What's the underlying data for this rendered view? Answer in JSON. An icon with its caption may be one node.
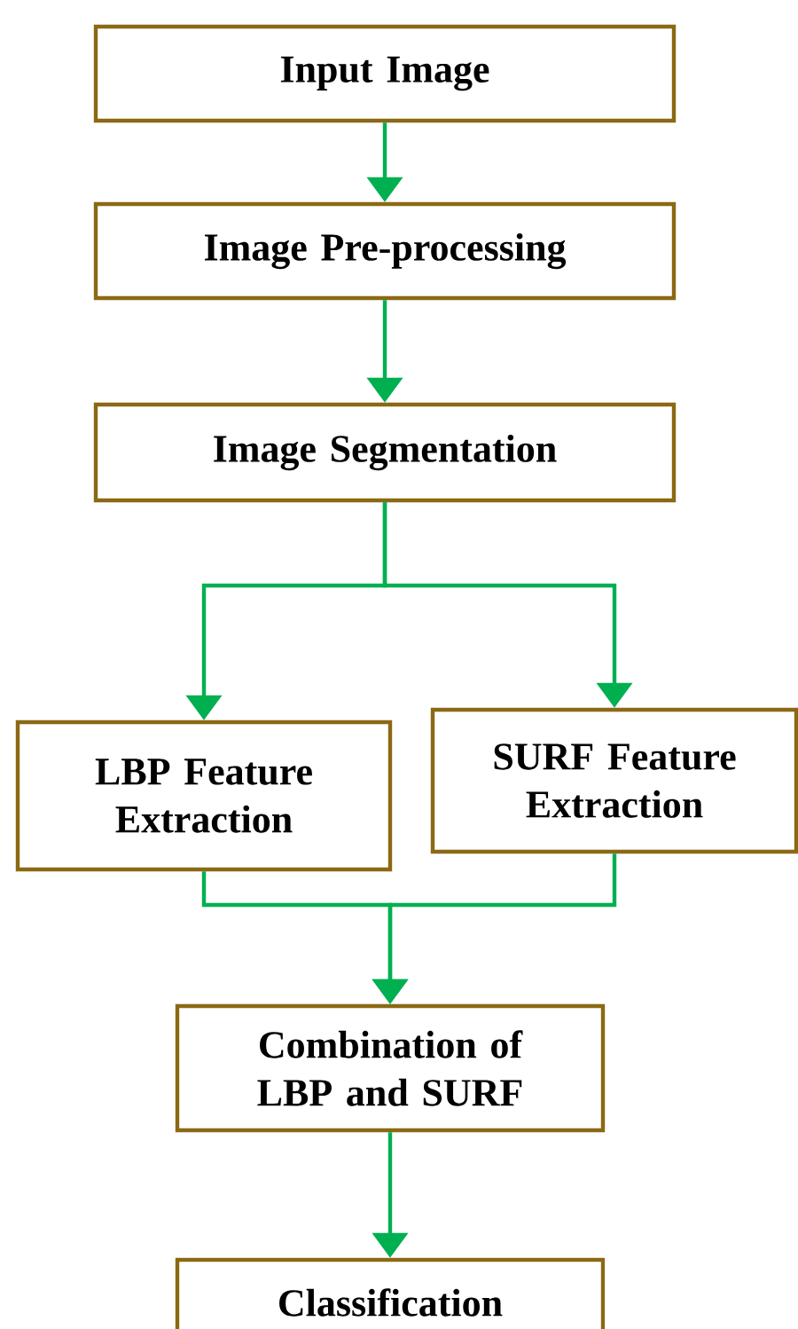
{
  "diagram": {
    "nodes": [
      {
        "text": [
          "Input Image"
        ]
      },
      {
        "text": [
          "Image Pre-processing"
        ]
      },
      {
        "text": [
          "Image Segmentation"
        ]
      },
      {
        "text": [
          "LBP Feature Extraction"
        ]
      },
      {
        "text": [
          "SURF Feature Extraction"
        ]
      },
      {
        "text": [
          "Combination of LBP and SURF"
        ]
      },
      {
        "text": [
          "Classification"
        ]
      }
    ],
    "edges": [
      {
        "from": 0,
        "to": 1,
        "arrow": "to"
      },
      {
        "from": 1,
        "to": 2,
        "arrow": "to"
      },
      {
        "from": 2,
        "to": 3,
        "arrow": "to"
      },
      {
        "from": 2,
        "to": 4,
        "arrow": "to"
      },
      {
        "from": 3,
        "to": 5,
        "arrow": "to"
      },
      {
        "from": 4,
        "to": 5,
        "arrow": "to"
      },
      {
        "from": 5,
        "to": 6,
        "arrow": "to"
      }
    ]
  }
}
